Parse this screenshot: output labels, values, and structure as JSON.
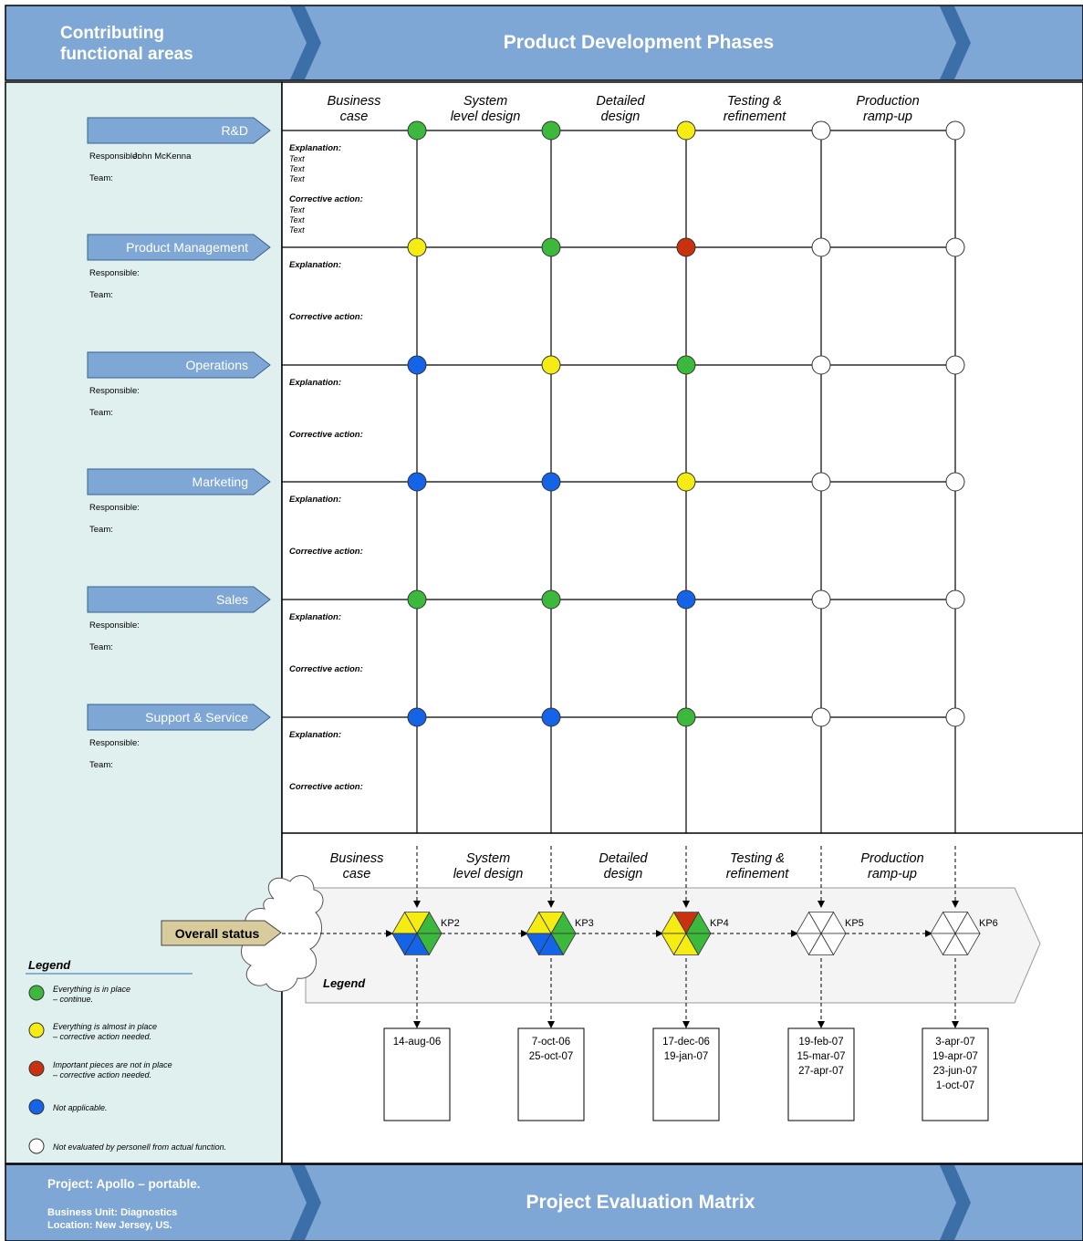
{
  "header": {
    "left_title_line1": "Contributing",
    "left_title_line2": "functional areas",
    "main_title": "Product Development Phases"
  },
  "phases": [
    {
      "line1": "Business",
      "line2": "case"
    },
    {
      "line1": "System",
      "line2": "level design"
    },
    {
      "line1": "Detailed",
      "line2": "design"
    },
    {
      "line1": "Testing &",
      "line2": "refinement"
    },
    {
      "line1": "Production",
      "line2": "ramp-up"
    }
  ],
  "labels": {
    "responsible": "Responsible:",
    "team": "Team:",
    "explanation": "Explanation:",
    "corrective_action": "Corrective action:",
    "placeholder_text": "Text"
  },
  "functions": [
    {
      "name": "R&D",
      "responsible_person": "John McKenna",
      "statuses": [
        "green",
        "green",
        "yellow",
        "white",
        "white"
      ]
    },
    {
      "name": "Product Management",
      "responsible_person": "",
      "statuses": [
        "yellow",
        "green",
        "red",
        "white",
        "white"
      ]
    },
    {
      "name": "Operations",
      "responsible_person": "",
      "statuses": [
        "blue",
        "yellow",
        "green",
        "white",
        "white"
      ]
    },
    {
      "name": "Marketing",
      "responsible_person": "",
      "statuses": [
        "blue",
        "blue",
        "yellow",
        "white",
        "white"
      ]
    },
    {
      "name": "Sales",
      "responsible_person": "",
      "statuses": [
        "green",
        "green",
        "blue",
        "white",
        "white"
      ]
    },
    {
      "name": "Support & Service",
      "responsible_person": "",
      "statuses": [
        "blue",
        "blue",
        "green",
        "white",
        "white"
      ]
    }
  ],
  "overall": {
    "label": "Overall status",
    "legend_label": "Legend",
    "kps": [
      {
        "label": "KP2",
        "wedges": [
          "green",
          "yellow",
          "yellow",
          "blue",
          "blue",
          "green"
        ],
        "dates": [
          "14-aug-06"
        ]
      },
      {
        "label": "KP3",
        "wedges": [
          "green",
          "yellow",
          "yellow",
          "blue",
          "blue",
          "green"
        ],
        "dates": [
          "7-oct-06",
          "25-oct-07"
        ]
      },
      {
        "label": "KP4",
        "wedges": [
          "green",
          "red",
          "yellow",
          "yellow",
          "yellow",
          "green"
        ],
        "dates": [
          "17-dec-06",
          "19-jan-07"
        ]
      },
      {
        "label": "KP5",
        "wedges": [
          "white",
          "white",
          "white",
          "white",
          "white",
          "white"
        ],
        "dates": [
          "19-feb-07",
          "15-mar-07",
          "27-apr-07"
        ]
      },
      {
        "label": "KP6",
        "wedges": [
          "white",
          "white",
          "white",
          "white",
          "white",
          "white"
        ],
        "dates": [
          "3-apr-07",
          "19-apr-07",
          "23-jun-07",
          "1-oct-07"
        ]
      }
    ]
  },
  "legend": {
    "title": "Legend",
    "items": [
      {
        "color": "green",
        "line1": "Everything is in place",
        "line2": "– continue."
      },
      {
        "color": "yellow",
        "line1": "Everything is almost in place",
        "line2": "– corrective action needed."
      },
      {
        "color": "red",
        "line1": "Important pieces are not in place",
        "line2": "– corrective action needed."
      },
      {
        "color": "blue",
        "line1": "Not applicable.",
        "line2": ""
      },
      {
        "color": "white",
        "line1": "Not evaluated by personell from actual function.",
        "line2": ""
      }
    ]
  },
  "footer": {
    "project": "Project: Apollo – portable.",
    "business_unit": "Business Unit: Diagnostics",
    "location": "Location: New Jersey, US.",
    "title": "Project Evaluation Matrix"
  },
  "colors": {
    "green": "#3cb93c",
    "yellow": "#f5ec14",
    "red": "#c8320f",
    "blue": "#1563e6",
    "white": "#ffffff",
    "banner": "#7fa7d6",
    "banner_dark": "#3c6fa8",
    "left_panel": "#dff0ef",
    "overall_label": "#d8cc9c"
  }
}
